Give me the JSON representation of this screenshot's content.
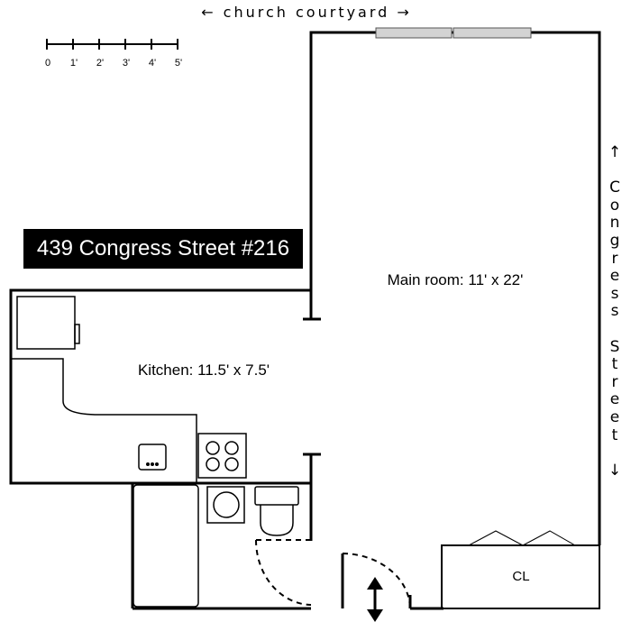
{
  "title": "439 Congress Street #216",
  "orientation": {
    "top": "← church courtyard →",
    "right": "↑ Congress Street ↓"
  },
  "rooms": {
    "main": "Main room: 11' x 22'",
    "kitchen": "Kitchen: 11.5' x 7.5'",
    "closet": "CL"
  },
  "scale": {
    "ticks": [
      "0",
      "1'",
      "2'",
      "3'",
      "4'",
      "5'"
    ]
  },
  "colors": {
    "wall": "#000000",
    "window": "#d3d3d3",
    "title_bg": "#000000",
    "title_text": "#ffffff"
  }
}
